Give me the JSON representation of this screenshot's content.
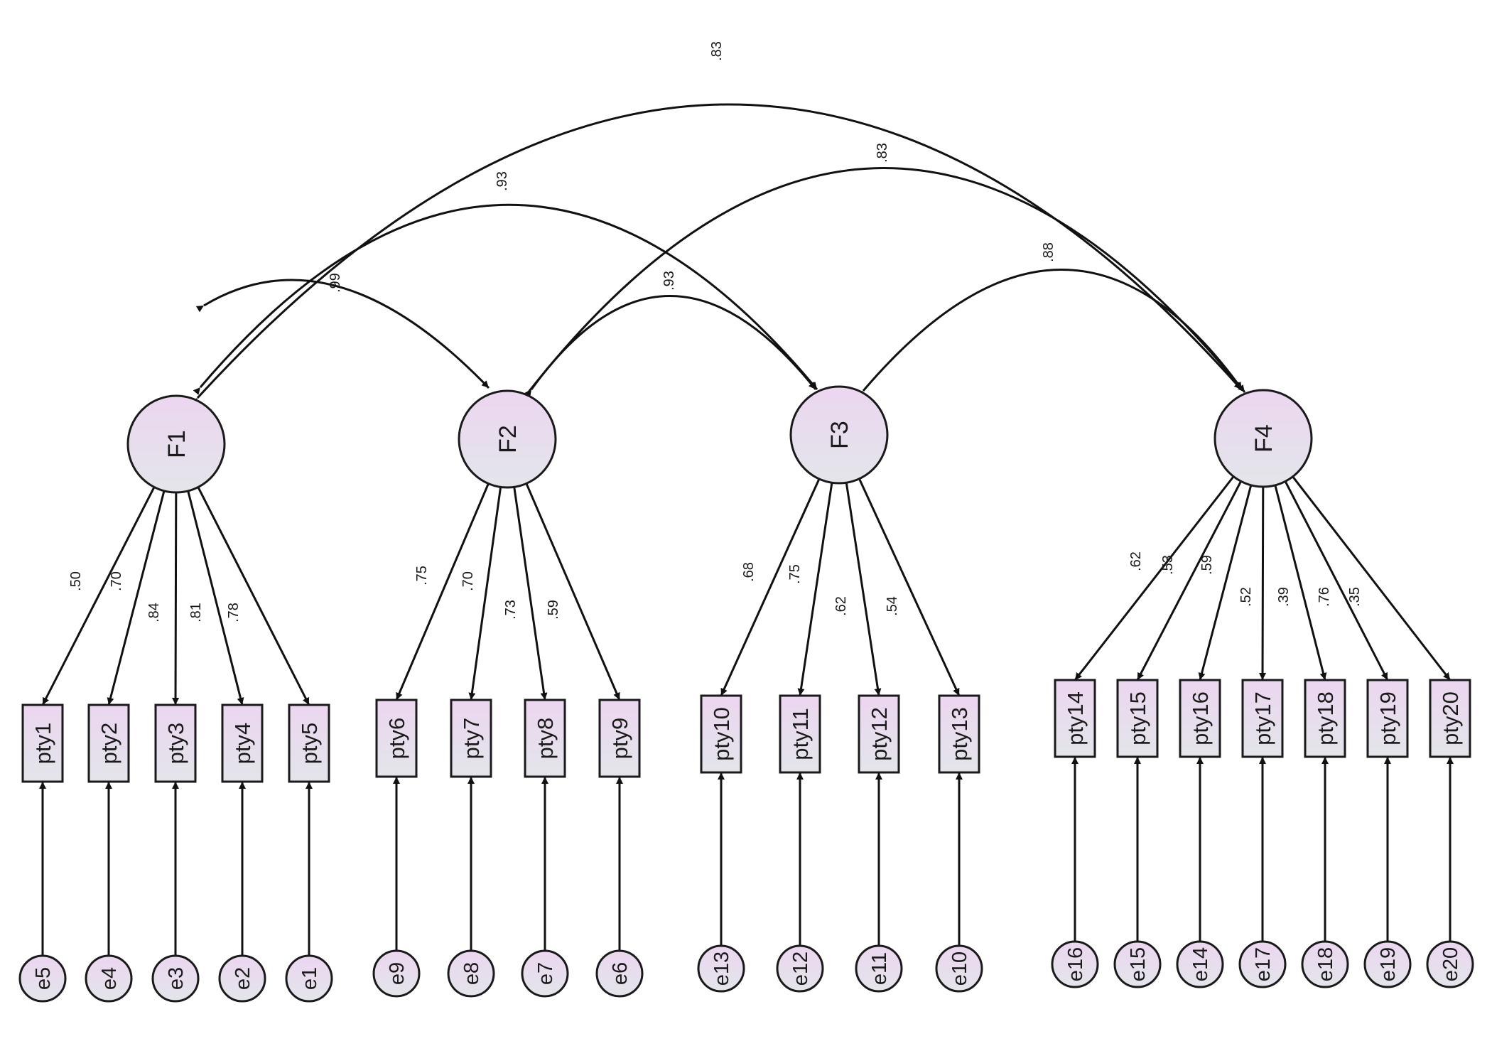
{
  "factors": [
    {
      "id": "F1",
      "label": "F1"
    },
    {
      "id": "F2",
      "label": "F2"
    },
    {
      "id": "F3",
      "label": "F3"
    },
    {
      "id": "F4",
      "label": "F4"
    }
  ],
  "covariances": [
    {
      "from": "F1",
      "to": "F2",
      "value": ".99"
    },
    {
      "from": "F1",
      "to": "F3",
      "value": ".93"
    },
    {
      "from": "F1",
      "to": "F4",
      "value": ".83"
    },
    {
      "from": "F2",
      "to": "F3",
      "value": ".93"
    },
    {
      "from": "F2",
      "to": "F4",
      "value": ".83"
    },
    {
      "from": "F3",
      "to": "F4",
      "value": ".88"
    }
  ],
  "indicators": [
    {
      "label": "pty1",
      "factor": "F1",
      "loading": ".50",
      "error": "e5"
    },
    {
      "label": "pty2",
      "factor": "F1",
      "loading": ".70",
      "error": "e4"
    },
    {
      "label": "pty3",
      "factor": "F1",
      "loading": ".84",
      "error": "e3"
    },
    {
      "label": "pty4",
      "factor": "F1",
      "loading": ".81",
      "error": "e2"
    },
    {
      "label": "pty5",
      "factor": "F1",
      "loading": ".78",
      "error": "e1"
    },
    {
      "label": "pty6",
      "factor": "F2",
      "loading": ".75",
      "error": "e9"
    },
    {
      "label": "pty7",
      "factor": "F2",
      "loading": ".70",
      "error": "e8"
    },
    {
      "label": "pty8",
      "factor": "F2",
      "loading": ".73",
      "error": "e7"
    },
    {
      "label": "pty9",
      "factor": "F2",
      "loading": ".59",
      "error": "e6"
    },
    {
      "label": "pty10",
      "factor": "F3",
      "loading": ".68",
      "error": "e13"
    },
    {
      "label": "pty11",
      "factor": "F3",
      "loading": ".75",
      "error": "e12"
    },
    {
      "label": "pty12",
      "factor": "F3",
      "loading": ".62",
      "error": "e11"
    },
    {
      "label": "pty13",
      "factor": "F3",
      "loading": ".54",
      "error": "e10"
    },
    {
      "label": "pty14",
      "factor": "F4",
      "loading": ".62",
      "error": "e16"
    },
    {
      "label": "pty15",
      "factor": "F4",
      "loading": ".53",
      "error": "e15"
    },
    {
      "label": "pty16",
      "factor": "F4",
      "loading": ".59",
      "error": "e14"
    },
    {
      "label": "pty17",
      "factor": "F4",
      "loading": ".52",
      "error": "e17"
    },
    {
      "label": "pty18",
      "factor": "F4",
      "loading": ".39",
      "error": "e18"
    },
    {
      "label": "pty19",
      "factor": "F4",
      "loading": ".76",
      "error": "e19"
    },
    {
      "label": "pty20",
      "factor": "F4",
      "loading": ".35",
      "error": "e20"
    }
  ],
  "colors": {
    "node_fill_top": "#ecd6f0",
    "node_fill_bottom": "#e3e5ea",
    "stroke": "#111111"
  }
}
